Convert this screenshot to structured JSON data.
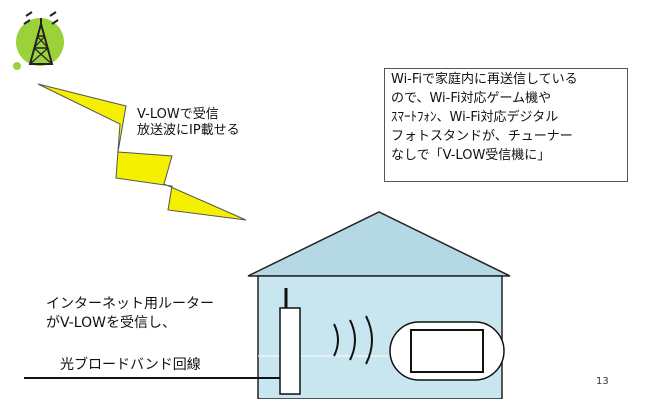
{
  "broadcast": {
    "line1": "V-LOWで受信",
    "line2": "放送波にIP載せる"
  },
  "callout": {
    "lines": [
      "Wi-Fiで家庭内に再送信している",
      "ので、Wi-Fi対応ゲーム機や",
      "ｽﾏｰﾄﾌｫﾝ、Wi-Fi対応デジタル",
      "フォトスタンドが、チューナー",
      "なしで「V-LOW受信機に」"
    ]
  },
  "router": {
    "line1": "インターネット用ルーター",
    "line2": "がV-LOWを受信し、"
  },
  "broadband": "光ブロードバンド回線",
  "page_number": "13",
  "icons": {
    "tower": "broadcast-tower-icon",
    "lightning": "lightning-bolt-icon",
    "house": "house-icon",
    "router": "router-icon",
    "wifi": "wifi-waves-icon",
    "device": "handheld-device-icon"
  },
  "colors": {
    "lightning": "#f4f000",
    "tower_circle": "#9bd23a",
    "house_roof": "#b4d9e4",
    "house_wall": "#c7e6ef"
  }
}
